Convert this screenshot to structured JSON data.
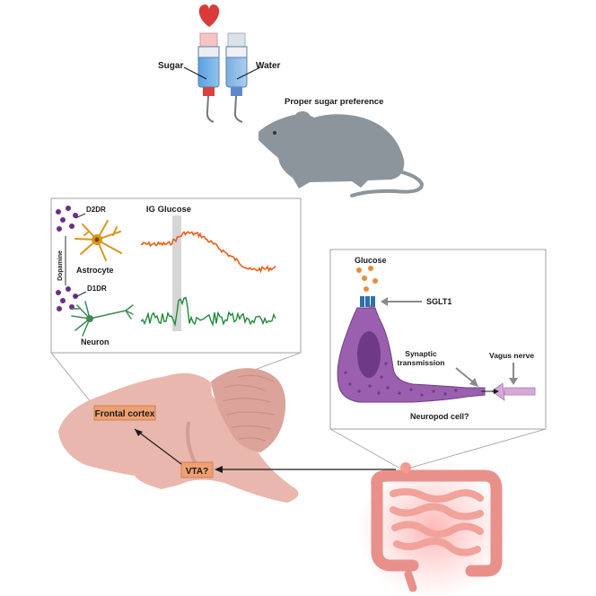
{
  "top": {
    "sugar_label": "Sugar",
    "water_label": "Water",
    "preference_label": "Proper sugar preference"
  },
  "recording_panel": {
    "d2dr_label": "D2DR",
    "dopamine_label": "Dopamine",
    "astrocyte_label": "Astrocyte",
    "d1dr_label": "D1DR",
    "neuron_label": "Neuron",
    "ig_glucose_label": "IG Glucose"
  },
  "gut_panel": {
    "glucose_label": "Glucose",
    "sglt1_label": "SGLT1",
    "synaptic_label_line1": "Synaptic",
    "synaptic_label_line2": "transmission",
    "vagus_label": "Vagus nerve",
    "neuropod_label": "Neuropod cell?"
  },
  "brain": {
    "frontal_cortex_label": "Frontal cortex",
    "vta_label": "VTA?"
  },
  "colors": {
    "astrocyte_trace": "#e8601c",
    "neuron_trace": "#1f8a3a",
    "heart": "#d93a3a",
    "brain": "#e9b7ad",
    "cell": "#9b5fb0",
    "region_box": "#f0a070",
    "gut": "#e9908a"
  }
}
